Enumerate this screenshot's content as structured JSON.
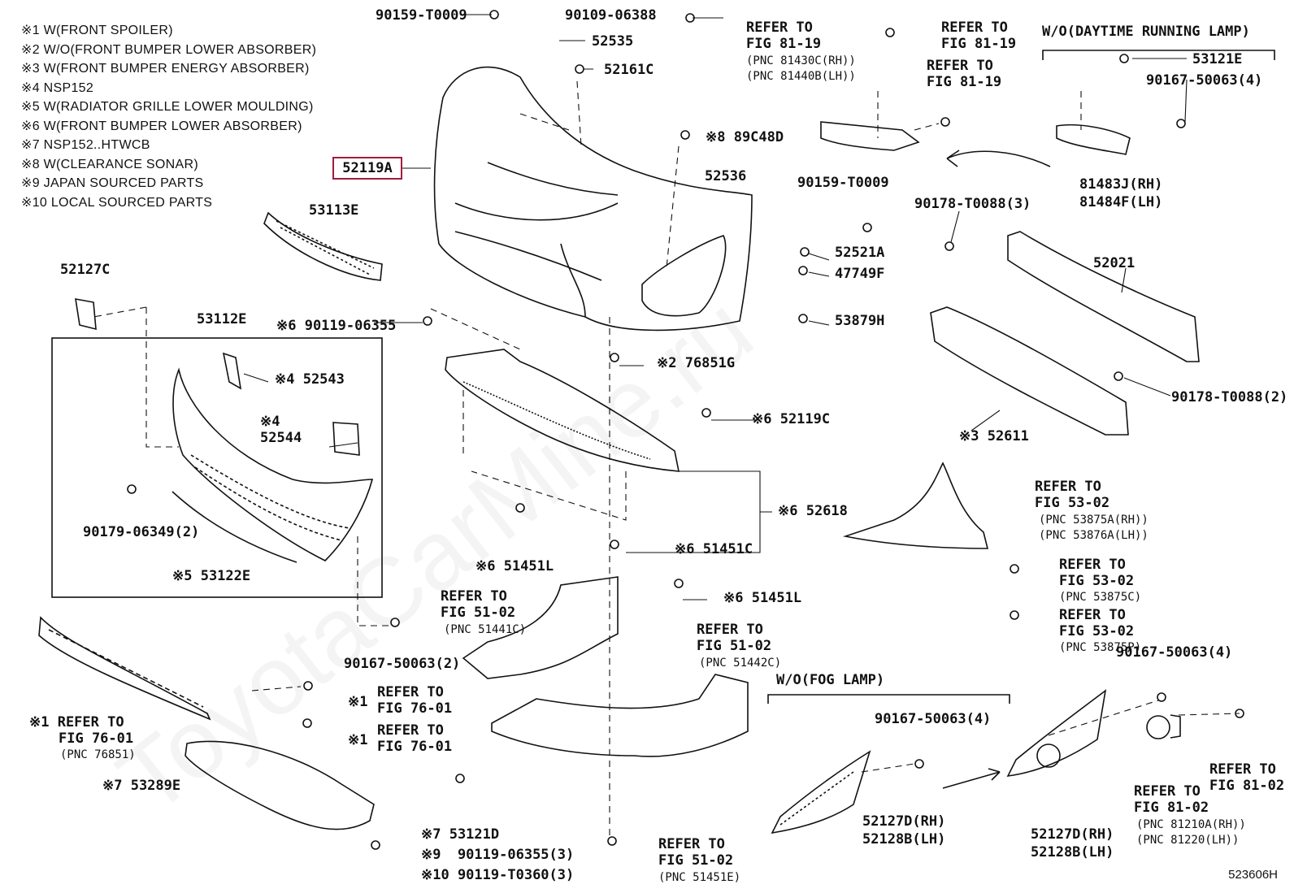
{
  "legend": [
    "※1 W(FRONT SPOILER)",
    "※2 W/O(FRONT BUMPER LOWER ABSORBER)",
    "※3 W(FRONT BUMPER ENERGY ABSORBER)",
    "※4 NSP152",
    "※5 W(RADIATOR GRILLE LOWER MOULDING)",
    "※6 W(FRONT BUMPER LOWER ABSORBER)",
    "※7 NSP152..HTWCB",
    "※8 W(CLEARANCE SONAR)",
    "※9  JAPAN SOURCED PARTS",
    "※10 LOCAL SOURCED PARTS"
  ],
  "highlighted_part": "52119A",
  "watermark": "ToyotaCarMine.ru",
  "figure_id": "523606H",
  "parts": {
    "p90159a": "90159-T0009",
    "p90109": "90109-06388",
    "p52535": "52535",
    "p52161c": "52161C",
    "p89c48d": "※8 89C48D",
    "p52536": "52536",
    "p90159b": "90159-T0009",
    "p52521a": "52521A",
    "p47749f": "47749F",
    "p53879h": "53879H",
    "p53113e": "53113E",
    "p52127c": "52127C",
    "p53112e": "53112E",
    "p90119a": "※6 90119-06355",
    "p52543": "※4 52543",
    "p52544a": "※4",
    "p52544b": "52544",
    "p90179": "90179-06349(2)",
    "p53122e": "※5 53122E",
    "p76851g": "※2 76851G",
    "p52119c": "※6 52119C",
    "p52618": "※6 52618",
    "p51451l_a": "※6 51451L",
    "p51451c": "※6 51451C",
    "p51451l_b": "※6 51451L",
    "p90167a": "90167-50063(2)",
    "p53289e": "※7 53289E",
    "p53121d": "※7 53121D",
    "p90119b": "※9  90119-06355(3)",
    "p90119c": "※10 90119-T0360(3)",
    "p53121e": "53121E",
    "p90167b": "90167-50063(4)",
    "p81483": "81483J(RH)",
    "p81484": "81484F(LH)",
    "p90178a": "90178-T0088(3)",
    "p52021": "52021",
    "p90178b": "90178-T0088(2)",
    "p52611": "※3 52611",
    "p90167c": "90167-50063(4)",
    "p52127d_a": "52127D(RH)",
    "p52128b_a": "52128B(LH)",
    "p90167d": "90167-50063(4)",
    "p52127d_b": "52127D(RH)",
    "p52128b_b": "52128B(LH)",
    "p_wo_drl": "W/O(DAYTIME RUNNING LAMP)",
    "p_wo_fog": "W/O(FOG LAMP)"
  },
  "refs": {
    "r81_19a_1": "REFER TO",
    "r81_19a_2": "FIG 81-19",
    "r81_19a_3": "(PNC 81430C(RH))",
    "r81_19a_4": "(PNC 81440B(LH))",
    "r81_19b_1": "REFER TO",
    "r81_19b_2": "FIG 81-19",
    "r81_19c_1": "REFER TO",
    "r81_19c_2": "FIG 81-19",
    "r53_a_1": "REFER TO",
    "r53_a_2": "FIG 53-02",
    "r53_a_3": "(PNC 53875A(RH))",
    "r53_a_4": "(PNC 53876A(LH))",
    "r53_b_1": "REFER TO",
    "r53_b_2": "FIG 53-02",
    "r53_b_3": "(PNC 53875C)",
    "r53_c_1": "REFER TO",
    "r53_c_2": "FIG 53-02",
    "r53_c_3": "(PNC 53875P)",
    "r51_a_1": "REFER TO",
    "r51_a_2": "FIG 51-02",
    "r51_a_3": "(PNC 51441C)",
    "r51_b_1": "REFER TO",
    "r51_b_2": "FIG 51-02",
    "r51_b_3": "(PNC 51442C)",
    "r51_c_1": "REFER TO",
    "r51_c_2": "FIG 51-02",
    "r51_c_3": "(PNC 51451E)",
    "r76_a_1": "※1 REFER TO",
    "r76_a_2": "FIG 76-01",
    "r76_a_3": "(PNC 76851)",
    "r76_b_1": "※1",
    "r76_b_2": "REFER TO",
    "r76_b_3": "FIG 76-01",
    "r76_c_1": "※1",
    "r76_c_2": "REFER TO",
    "r76_c_3": "FIG 76-01",
    "r81_02a_1": "REFER TO",
    "r81_02a_2": "FIG 81-02",
    "r81_02b_1": "REFER TO",
    "r81_02b_2": "FIG 81-02",
    "r81_02b_3": "(PNC 81210A(RH))",
    "r81_02b_4": "(PNC 81220(LH))"
  }
}
